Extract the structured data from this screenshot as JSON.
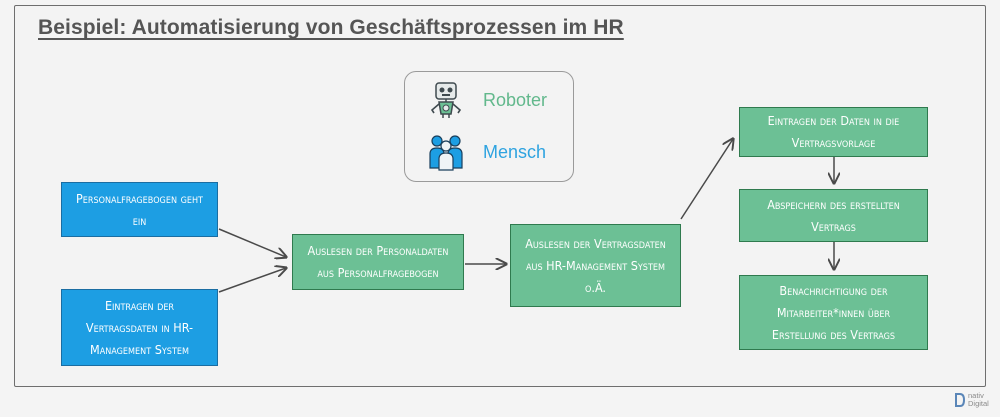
{
  "title": "Beispiel: Automatisierung von Geschäftsprozessen im HR",
  "legend": {
    "robot_label": "Roboter",
    "human_label": "Mensch",
    "robot_color": "#62b88c",
    "human_color": "#2ea3e0"
  },
  "boxes": {
    "fragebogen_eingang": "Personalfragebogen geht ein",
    "vertragsdaten_eintragen": "Eintragen der Vertragsdaten in HR-Management System",
    "personaldaten_auslesen": "Auslesen der Personaldaten aus Personalfragebogen",
    "vertragsdaten_auslesen": "Auslesen der Vertragsdaten aus HR-Management System o.Ä.",
    "vorlage_eintragen": "Eintragen der Daten in die Vertragsvorlage",
    "vertrag_speichern": "Abspeichern des erstellten Vertrags",
    "benachrichtigung": "Benachrichtigung der Mitarbeiter*innen über Erstellung des Vertrags"
  },
  "brand": {
    "line1": "nativ",
    "line2": "Digital"
  }
}
